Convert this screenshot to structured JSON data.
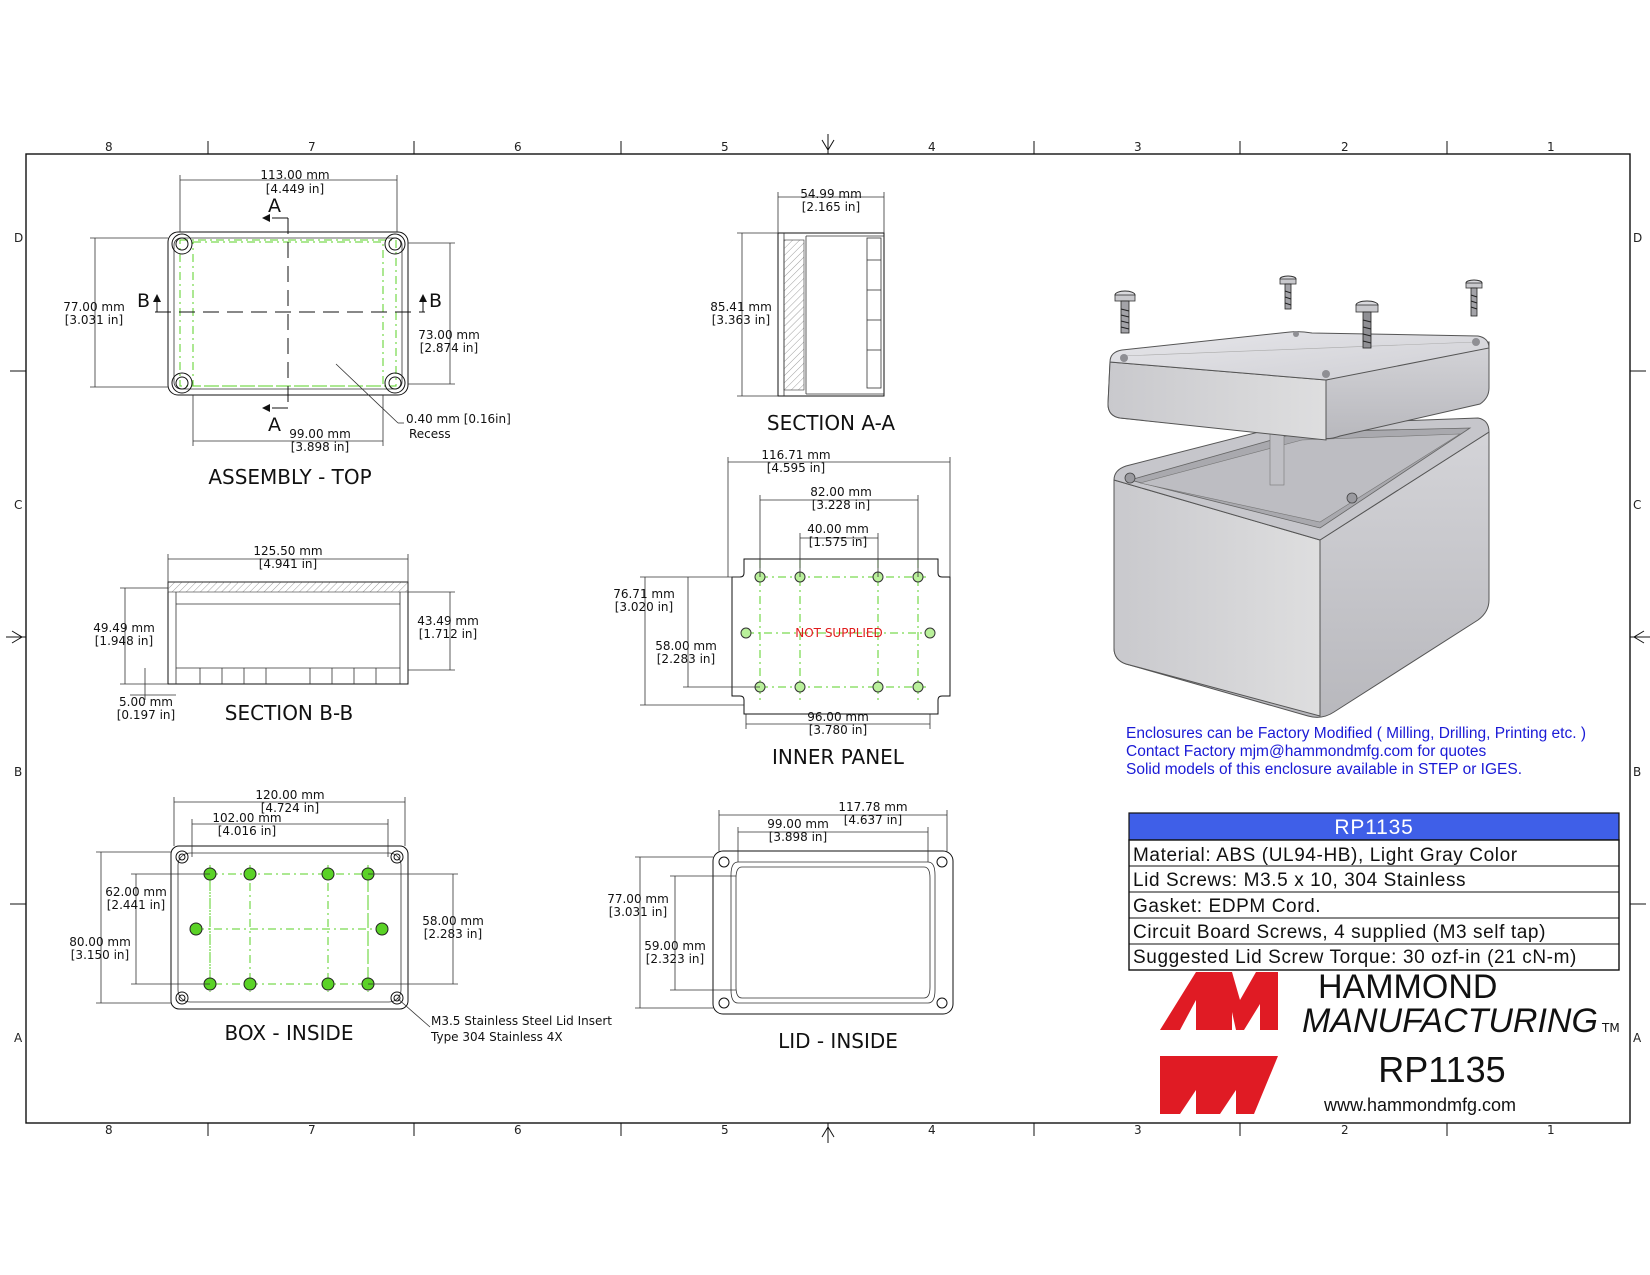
{
  "zones": {
    "top": [
      "8",
      "7",
      "6",
      "5",
      "4",
      "3",
      "2",
      "1"
    ],
    "bottom": [
      "8",
      "7",
      "6",
      "5",
      "4",
      "3",
      "2",
      "1"
    ],
    "left": [
      "D",
      "C",
      "B",
      "A"
    ],
    "right": [
      "D",
      "C",
      "B",
      "A"
    ]
  },
  "views": {
    "assembly_top": {
      "title": "ASSEMBLY - TOP",
      "w_mm": "113.00 mm",
      "w_in": "[4.449 in]",
      "h_mm": "77.00 mm",
      "h_in": "[3.031 in]",
      "ih_mm": "73.00 mm",
      "ih_in": "[2.874 in]",
      "iw_mm": "99.00 mm",
      "iw_in": "[3.898 in]",
      "recess_mm": "0.40 mm [0.16in]",
      "recess_lbl": "Recess",
      "mark_a": "A",
      "mark_b": "B"
    },
    "section_aa": {
      "title": "SECTION  A-A",
      "w_mm": "54.99 mm",
      "w_in": "[2.165 in]",
      "h_mm": "85.41 mm",
      "h_in": "[3.363 in]"
    },
    "section_bb": {
      "title": "SECTION  B-B",
      "w_mm": "125.50 mm",
      "w_in": "[4.941 in]",
      "h_mm": "49.49 mm",
      "h_in": "[1.948 in]",
      "ih_mm": "43.49 mm",
      "ih_in": "[1.712 in]",
      "t_mm": "5.00 mm",
      "t_in": "[0.197 in]"
    },
    "inner_panel": {
      "title": "INNER PANEL",
      "w_mm": "116.71 mm",
      "w_in": "[4.595 in]",
      "w2_mm": "82.00 mm",
      "w2_in": "[3.228 in]",
      "w3_mm": "40.00 mm",
      "w3_in": "[1.575 in]",
      "h_mm": "76.71 mm",
      "h_in": "[3.020 in]",
      "h2_mm": "58.00 mm",
      "h2_in": "[2.283 in]",
      "b_mm": "96.00 mm",
      "b_in": "[3.780 in]",
      "not_supplied": "NOT SUPPLIED"
    },
    "box_inside": {
      "title": "BOX - INSIDE",
      "w_mm": "120.00 mm",
      "w_in": "[4.724 in]",
      "w2_mm": "102.00 mm",
      "w2_in": "[4.016 in]",
      "h_mm": "62.00 mm",
      "h_in": "[2.441 in]",
      "h2_mm": "80.00 mm",
      "h2_in": "[3.150 in]",
      "r_mm": "58.00 mm",
      "r_in": "[2.283 in]",
      "insert_1": "M3.5 Stainless Steel Lid Insert",
      "insert_2": "Type 304 Stainless  4X"
    },
    "lid_inside": {
      "title": "LID - INSIDE",
      "w_mm": "117.78 mm",
      "w_in": "[4.637 in]",
      "w2_mm": "99.00 mm",
      "w2_in": "[3.898 in]",
      "h_mm": "77.00 mm",
      "h_in": "[3.031 in]",
      "h2_mm": "59.00 mm",
      "h2_in": "[2.323 in]"
    }
  },
  "notes": [
    "Enclosures can be Factory Modified ( Milling, Drilling, Printing etc. )",
    "Contact Factory mjm@hammondmfg.com for quotes",
    "Solid models of this enclosure available in STEP or IGES."
  ],
  "spec_table": {
    "title": "RP1135",
    "rows": [
      "Material: ABS (UL94-HB),  Light Gray Color",
      "Lid Screws: M3.5 x 10,  304 Stainless",
      "Gasket: EDPM Cord.",
      "Circuit Board Screws, 4 supplied (M3 self tap)",
      "Suggested Lid Screw Torque: 30 ozf-in (21 cN-m)"
    ],
    "header_color": "#3f5fe8"
  },
  "brand": {
    "line1": "HAMMOND",
    "line2": "MANUFACTURING",
    "tm": "TM",
    "part": "RP1135",
    "website": "www.hammondmfg.com",
    "logo_color": "#e01b24"
  }
}
